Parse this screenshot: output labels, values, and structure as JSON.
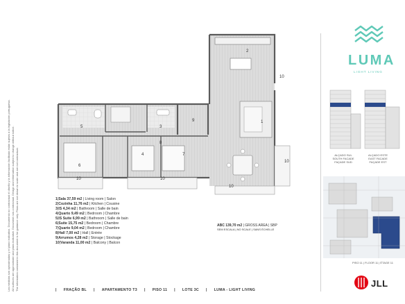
{
  "legal_text": [
    "Las medidas son aproximadas y el plano indicativo. Documento no contractual el diseño y la información facilitada están sujetos a la legislación portuguesa.",
    "All surfaces are approximate and plans indicative. Document non-contractual. Design and information subject to change without notice.",
    "The information contained in this document is for guidance only. Plans are not drawn to scale and are not contractual."
  ],
  "rooms": [
    {
      "label": "1",
      "value": "1"
    },
    {
      "label": "2",
      "value": "2"
    },
    {
      "label": "3",
      "value": "3"
    },
    {
      "label": "4",
      "value": "4"
    },
    {
      "label": "5",
      "value": "5"
    },
    {
      "label": "6",
      "value": "6"
    },
    {
      "label": "7",
      "value": "7"
    },
    {
      "label": "8",
      "value": "8"
    },
    {
      "label": "9",
      "value": "9"
    },
    {
      "label": "10a",
      "value": "10"
    },
    {
      "label": "10b",
      "value": "10"
    },
    {
      "label": "10c",
      "value": "10"
    },
    {
      "label": "10d",
      "value": "10"
    },
    {
      "label": "10e",
      "value": "10"
    },
    {
      "label": "10f",
      "value": "10"
    }
  ],
  "legend": [
    {
      "num": "1",
      "name": "Sala",
      "area": "37,59 m2",
      "desc": "Living room | Salon"
    },
    {
      "num": "2",
      "name": "Cozinha",
      "area": "11,76 m2",
      "desc": "Kitchen | Cousine"
    },
    {
      "num": "3",
      "name": "IS",
      "area": "4,34 m2",
      "desc": "Bathroom | Salle de bain"
    },
    {
      "num": "4",
      "name": "Quarto",
      "area": "9,49 m2",
      "desc": "Bedroom | Chambre"
    },
    {
      "num": "5",
      "name": "IS Suite",
      "area": "6,99 m2",
      "desc": "Bathroom | Salle de bain"
    },
    {
      "num": "6",
      "name": "Suite",
      "area": "15,75 m2",
      "desc": "Bedroom | Chambre"
    },
    {
      "num": "7",
      "name": "Quarto",
      "area": "9,04 m2",
      "desc": "Bedroom | Chambre"
    },
    {
      "num": "8",
      "name": "Hall",
      "area": "7,00 m2",
      "desc": "Hall | Entrée"
    },
    {
      "num": "9",
      "name": "Arrumos",
      "area": "4,28 m2",
      "desc": "Storage | Stockage"
    },
    {
      "num": "10",
      "name": "Varanda",
      "area": "11,00 m2",
      "desc": "Balcony | Balcon"
    }
  ],
  "gross_area": {
    "label": "ABC 139,70 m2",
    "desc": "GROSS AREA | SBP",
    "scale": "SEM ESCALA | NO SCALE | SANS ÉCHELLE"
  },
  "footer": [
    "FRAÇÃO BL",
    "APARTAMENTO T3",
    "PISO 11",
    "LOTE 3C",
    "LUMA - LIGHT LIVING"
  ],
  "brand": {
    "name": "LUMA",
    "sub": "LIGHT LIVING",
    "logo_color": "#5fc9b7",
    "icon": "luma-waves-logo"
  },
  "facades": [
    {
      "line1": "ALÇADO SUL",
      "line2": "SOUTH FACADE",
      "line3": "FAÇADE SUD"
    },
    {
      "line1": "ALÇADO ESTE",
      "line2": "EAST FACADE",
      "line3": "FAÇADE EST"
    }
  ],
  "floor_caption": "PISO 11 | FLOOR 11 | ÉTAGE 11",
  "agency": {
    "name": "JLL",
    "color": "#e30613"
  },
  "colors": {
    "accent": "#5fc9b7",
    "highlight": "#2b4a8c",
    "wall": "#5a5a5a",
    "floor": "#d8d8d8"
  }
}
